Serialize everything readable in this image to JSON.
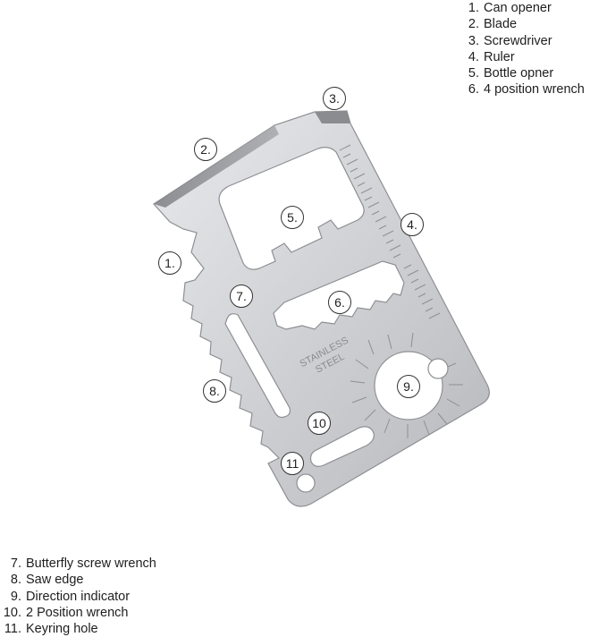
{
  "legend_top": [
    {
      "num": "1.",
      "label": "Can opener"
    },
    {
      "num": "2.",
      "label": "Blade"
    },
    {
      "num": "3.",
      "label": "Screwdriver"
    },
    {
      "num": "4.",
      "label": "Ruler"
    },
    {
      "num": "5.",
      "label": "Bottle opner"
    },
    {
      "num": "6.",
      "label": "4 position wrench"
    }
  ],
  "legend_bottom": [
    {
      "num": "7.",
      "label": "Butterfly screw wrench"
    },
    {
      "num": "8.",
      "label": "Saw edge"
    },
    {
      "num": "9.",
      "label": "Direction indicator"
    },
    {
      "num": "10.",
      "label": "2 Position wrench"
    },
    {
      "num": "11.",
      "label": "Keyring hole"
    }
  ],
  "callouts": {
    "c1": "1.",
    "c2": "2.",
    "c3": "3.",
    "c4": "4.",
    "c5": "5.",
    "c6": "6.",
    "c7": "7.",
    "c8": "8.",
    "c9": "9.",
    "c10": "10",
    "c11": "11"
  },
  "engraving": {
    "line1": "STAINLESS",
    "line2": "STEEL"
  },
  "colors": {
    "steel_light": "#dcdde0",
    "steel_dark": "#9a9ca0",
    "edge": "#8a8c90"
  }
}
